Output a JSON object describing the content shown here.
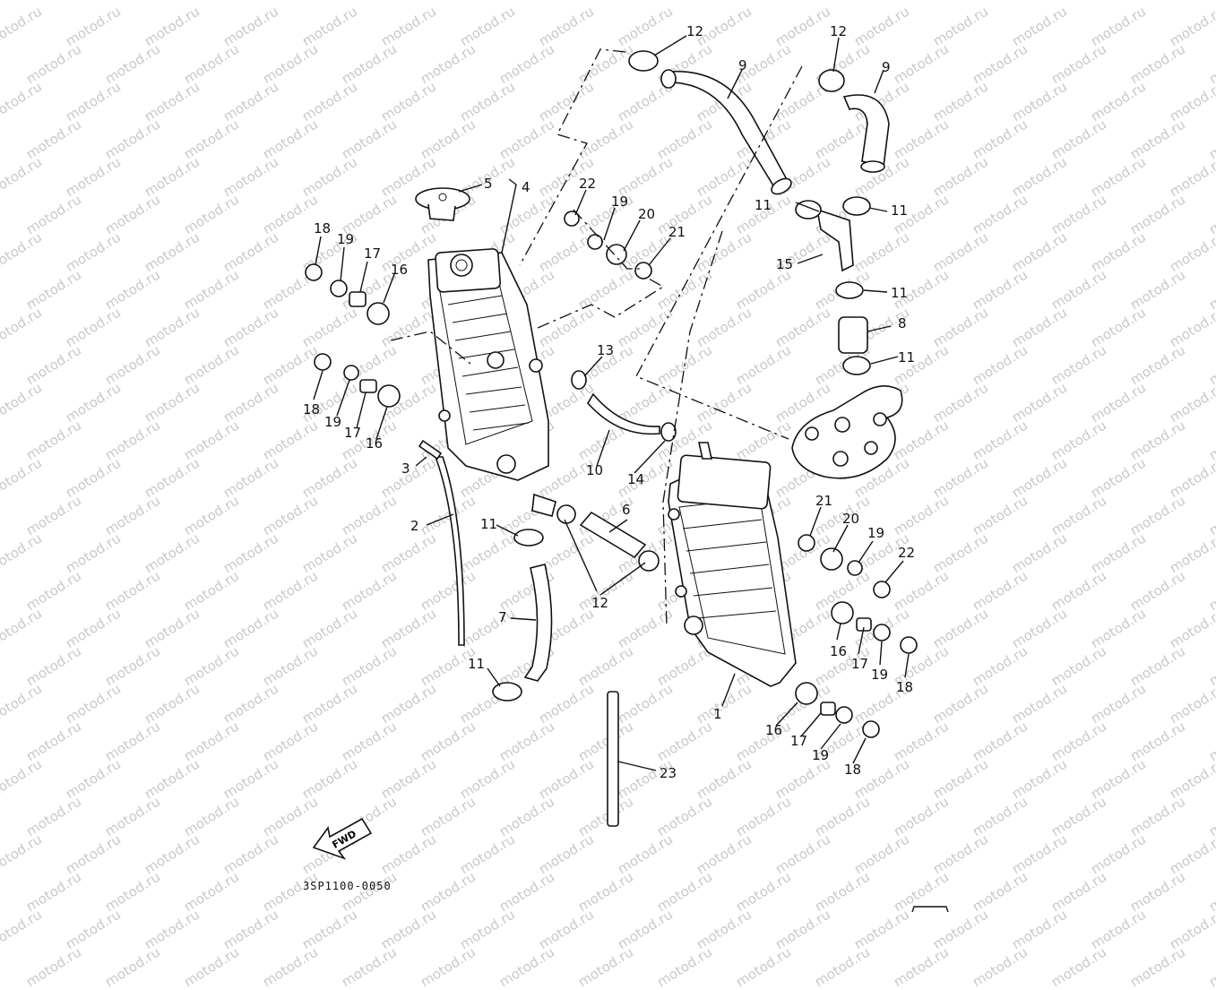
{
  "watermark": "motod.ru",
  "diagram_code": "3SP1100-0050",
  "fwd_label": "FWD",
  "callouts": [
    {
      "id": "c12a",
      "text": "12"
    },
    {
      "id": "c9a",
      "text": "9"
    },
    {
      "id": "c12b",
      "text": "12"
    },
    {
      "id": "c9b",
      "text": "9"
    },
    {
      "id": "c5",
      "text": "5"
    },
    {
      "id": "c4",
      "text": "4"
    },
    {
      "id": "c22a",
      "text": "22"
    },
    {
      "id": "c19a",
      "text": "19"
    },
    {
      "id": "c20a",
      "text": "20"
    },
    {
      "id": "c21a",
      "text": "21"
    },
    {
      "id": "c11a",
      "text": "11"
    },
    {
      "id": "c11b",
      "text": "11"
    },
    {
      "id": "c15",
      "text": "15"
    },
    {
      "id": "c11c",
      "text": "11"
    },
    {
      "id": "c8",
      "text": "8"
    },
    {
      "id": "c11d",
      "text": "11"
    },
    {
      "id": "c18a",
      "text": "18"
    },
    {
      "id": "c19b",
      "text": "19"
    },
    {
      "id": "c17a",
      "text": "17"
    },
    {
      "id": "c16a",
      "text": "16"
    },
    {
      "id": "c13",
      "text": "13"
    },
    {
      "id": "c18b",
      "text": "18"
    },
    {
      "id": "c19c",
      "text": "19"
    },
    {
      "id": "c17b",
      "text": "17"
    },
    {
      "id": "c16b",
      "text": "16"
    },
    {
      "id": "c3",
      "text": "3"
    },
    {
      "id": "c10",
      "text": "10"
    },
    {
      "id": "c14",
      "text": "14"
    },
    {
      "id": "c2",
      "text": "2"
    },
    {
      "id": "c11e",
      "text": "11"
    },
    {
      "id": "c6",
      "text": "6"
    },
    {
      "id": "c12c",
      "text": "12"
    },
    {
      "id": "c7",
      "text": "7"
    },
    {
      "id": "c11f",
      "text": "11"
    },
    {
      "id": "c21b",
      "text": "21"
    },
    {
      "id": "c20b",
      "text": "20"
    },
    {
      "id": "c19d",
      "text": "19"
    },
    {
      "id": "c22b",
      "text": "22"
    },
    {
      "id": "c16c",
      "text": "16"
    },
    {
      "id": "c17c",
      "text": "17"
    },
    {
      "id": "c19e",
      "text": "19"
    },
    {
      "id": "c18c",
      "text": "18"
    },
    {
      "id": "c1",
      "text": "1"
    },
    {
      "id": "c16d",
      "text": "16"
    },
    {
      "id": "c17d",
      "text": "17"
    },
    {
      "id": "c19f",
      "text": "19"
    },
    {
      "id": "c18d",
      "text": "18"
    },
    {
      "id": "c23",
      "text": "23"
    }
  ]
}
